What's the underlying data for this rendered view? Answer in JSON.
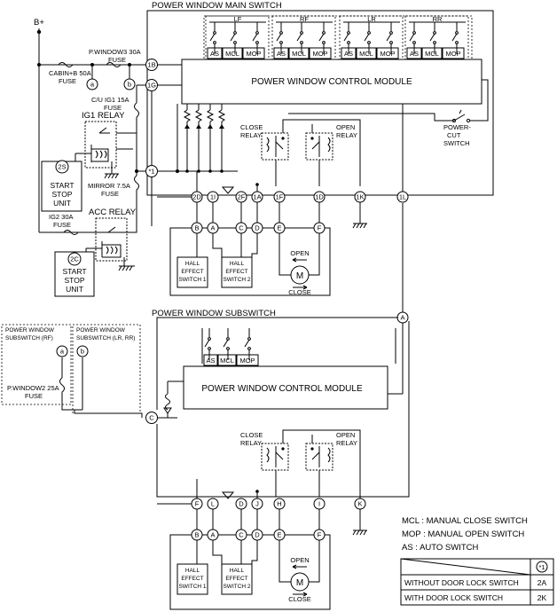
{
  "titles": {
    "main_switch": "POWER WINDOW MAIN SWITCH",
    "subswitch": "POWER WINDOW SUBSWITCH"
  },
  "module_label": "POWER WINDOW CONTROL MODULE",
  "supply": "B+",
  "fuses": {
    "cabin": [
      "CABIN+B 50A",
      "FUSE"
    ],
    "pwindow3": [
      "P.WINDOW3 30A",
      "FUSE"
    ],
    "cu_ig1": [
      "C/U IG1 15A",
      "FUSE"
    ],
    "mirror": [
      "MIRROR 7.5A",
      "FUSE"
    ],
    "ig2": [
      "IG2 30A",
      "FUSE"
    ],
    "pwindow2": [
      "P.WINDOW2 25A",
      "FUSE"
    ]
  },
  "relays": {
    "ig1": "IG1 RELAY",
    "acc": "ACC RELAY",
    "close": [
      "CLOSE",
      "RELAY"
    ],
    "open": [
      "OPEN",
      "RELAY"
    ],
    "power_cut": [
      "POWER-",
      "CUT",
      "SWITCH"
    ]
  },
  "start_stop": [
    "START",
    "STOP",
    "UNIT"
  ],
  "circle_refs": {
    "a": "a",
    "b": "b",
    "s2": "2S",
    "c2": "2C",
    "star1": "*1"
  },
  "switch_groups": [
    "LF",
    "RF",
    "LR",
    "RR"
  ],
  "switch_labels": [
    "AS",
    "MCL",
    "MOP"
  ],
  "connectors_main_top": [
    "1B",
    "1G"
  ],
  "connectors_main_row": [
    "2D",
    "1I",
    "2F",
    "1A",
    "1F",
    "1D",
    "1K",
    "1L"
  ],
  "connectors_main_motor": [
    "B",
    "A",
    "C",
    "D",
    "E",
    "F"
  ],
  "connectors_sub": {
    "a_node": "A",
    "c_node": "C"
  },
  "connectors_sub_row": [
    "F",
    "L",
    "D",
    "J",
    "H",
    "I",
    "K"
  ],
  "connectors_sub_motor": [
    "B",
    "A",
    "C",
    "D",
    "E",
    "F"
  ],
  "hall": [
    "HALL",
    "EFFECT"
  ],
  "hall_switch": [
    "SWITCH 1",
    "SWITCH 2"
  ],
  "motor": {
    "symbol": "M",
    "open": "OPEN",
    "close": "CLOSE"
  },
  "subswitch_rf": [
    "POWER WINDOW",
    "SUBSWITCH (RF)"
  ],
  "subswitch_lr": [
    "POWER WINDOW",
    "SUBSWITCH (LR, RR)"
  ],
  "legend": {
    "mcl": "MCL : MANUAL CLOSE SWITCH",
    "mop": "MOP : MANUAL OPEN SWITCH",
    "as": "AS : AUTO SWITCH"
  },
  "table": {
    "header": "*1",
    "rows": [
      {
        "label": "WITHOUT DOOR LOCK SWITCH",
        "value": "2A"
      },
      {
        "label": "WITH DOOR LOCK SWITCH",
        "value": "2K"
      }
    ]
  }
}
